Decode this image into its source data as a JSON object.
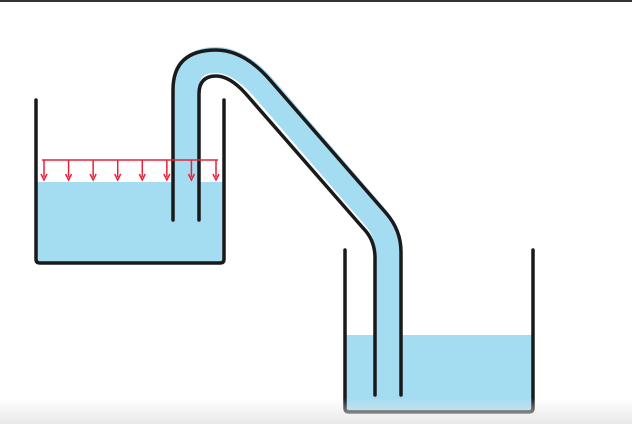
{
  "diagram": {
    "type": "siphon",
    "elements": [
      "upper-container",
      "lower-container",
      "siphon-tube",
      "atmospheric-pressure-arrows"
    ],
    "colors": {
      "water": "#a4dcf2",
      "outline": "#1a1a1a",
      "pressure_arrows": "#e8213a",
      "background": "#ffffff"
    },
    "pressure_arrow_count": 8
  }
}
